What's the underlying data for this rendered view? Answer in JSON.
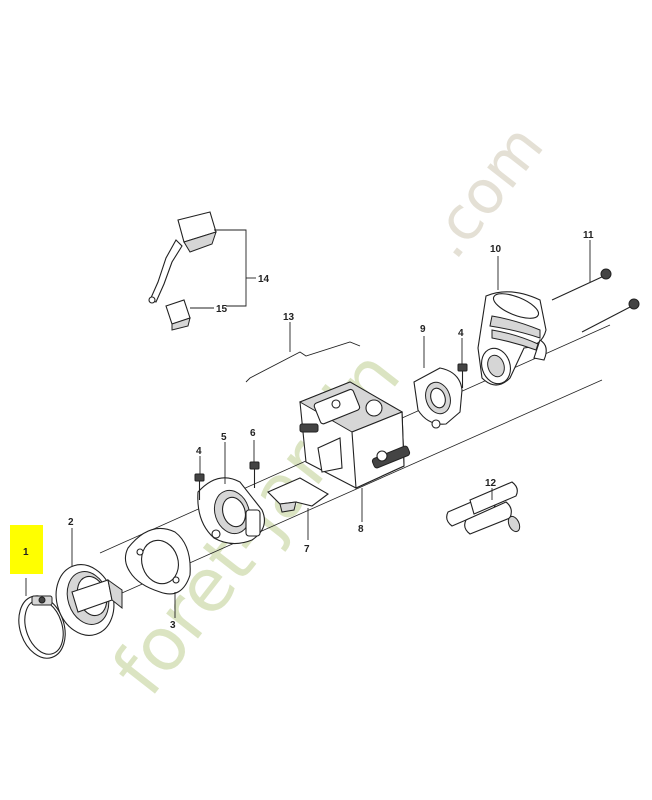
{
  "watermark": {
    "main": "foret-jardin",
    "domain": ".com"
  },
  "highlight_color": "#ffff00",
  "part_numbers": {
    "p1": "1",
    "p2": "2",
    "p3": "3",
    "p4a": "4",
    "p4b": "4",
    "p5": "5",
    "p6": "6",
    "p7": "7",
    "p8": "8",
    "p9": "9",
    "p10": "10",
    "p11": "11",
    "p12": "12",
    "p13": "13",
    "p14": "14",
    "p15": "15"
  }
}
